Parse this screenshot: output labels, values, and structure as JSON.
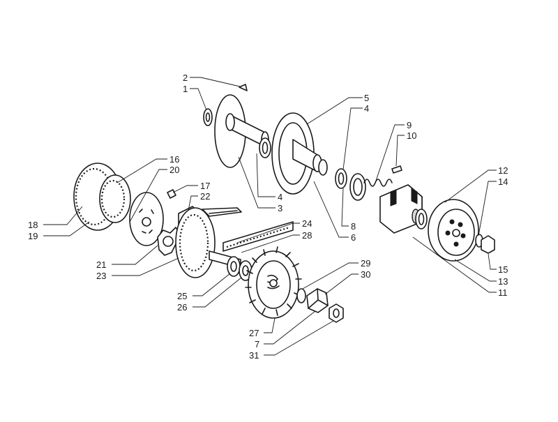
{
  "labels": [
    {
      "id": "lbl-2a",
      "text": "2"
    },
    {
      "id": "lbl-1",
      "text": "1"
    },
    {
      "id": "lbl-4a",
      "text": "4"
    },
    {
      "id": "lbl-3",
      "text": "3"
    },
    {
      "id": "lbl-5",
      "text": "5"
    },
    {
      "id": "lbl-4b",
      "text": "4"
    },
    {
      "id": "lbl-8",
      "text": "8"
    },
    {
      "id": "lbl-6",
      "text": "6"
    },
    {
      "id": "lbl-9",
      "text": "9"
    },
    {
      "id": "lbl-10",
      "text": "10"
    },
    {
      "id": "lbl-12",
      "text": "12"
    },
    {
      "id": "lbl-14",
      "text": "14"
    },
    {
      "id": "lbl-15",
      "text": "15"
    },
    {
      "id": "lbl-13",
      "text": "13"
    },
    {
      "id": "lbl-11",
      "text": "11"
    },
    {
      "id": "lbl-16",
      "text": "16"
    },
    {
      "id": "lbl-20",
      "text": "20"
    },
    {
      "id": "lbl-17",
      "text": "17"
    },
    {
      "id": "lbl-22",
      "text": "22"
    },
    {
      "id": "lbl-18",
      "text": "18"
    },
    {
      "id": "lbl-19",
      "text": "19"
    },
    {
      "id": "lbl-24",
      "text": "24"
    },
    {
      "id": "lbl-28",
      "text": "28"
    },
    {
      "id": "lbl-21",
      "text": "21"
    },
    {
      "id": "lbl-23",
      "text": "23"
    },
    {
      "id": "lbl-25",
      "text": "25"
    },
    {
      "id": "lbl-26",
      "text": "26"
    },
    {
      "id": "lbl-29",
      "text": "29"
    },
    {
      "id": "lbl-30",
      "text": "30"
    },
    {
      "id": "lbl-27",
      "text": "27"
    },
    {
      "id": "lbl-7",
      "text": "7"
    },
    {
      "id": "lbl-31",
      "text": "31"
    }
  ]
}
